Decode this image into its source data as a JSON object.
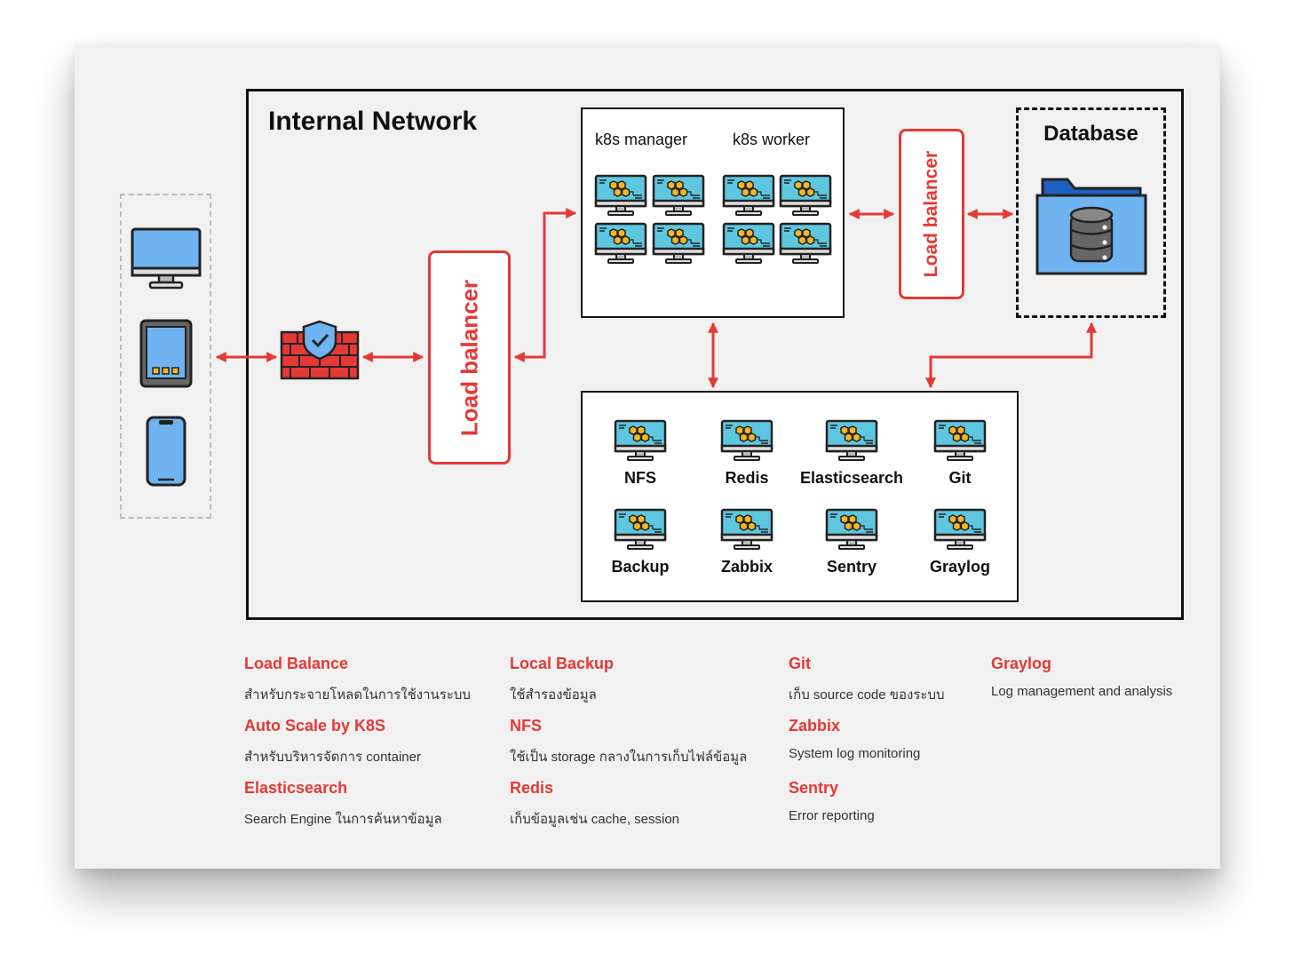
{
  "network": {
    "title": "Internal Network"
  },
  "k8s": {
    "manager_label": "k8s manager",
    "worker_label": "k8s worker"
  },
  "load_balancer": {
    "left_label": "Load balancer",
    "right_label": "Load balancer"
  },
  "database": {
    "title": "Database"
  },
  "services": [
    "NFS",
    "Redis",
    "Elasticsearch",
    "Git",
    "Backup",
    "Zabbix",
    "Sentry",
    "Graylog"
  ],
  "colors": {
    "accent": "#e53935",
    "screen": "#5fc6e0",
    "hex": "#f5b823",
    "firewall": "#e53935",
    "folder": "#6fb3f0"
  },
  "devices": [
    "desktop-icon",
    "tablet-icon",
    "phone-icon"
  ],
  "legend": [
    {
      "title": "Load Balance",
      "desc": "สำหรับกระจายโหลดในการใช้งานระบบ"
    },
    {
      "title": "Auto Scale by K8S",
      "desc": "สำหรับบริหารจัดการ container"
    },
    {
      "title": "Elasticsearch",
      "desc": "Search Engine ในการค้นหาข้อมูล"
    },
    {
      "title": "Local Backup",
      "desc": "ใช้สำรองข้อมูล"
    },
    {
      "title": "NFS",
      "desc": "ใช้เป็น storage กลางในการเก็บไฟล์ข้อมูล"
    },
    {
      "title": "Redis",
      "desc": "เก็บข้อมูลเช่น cache, session"
    },
    {
      "title": "Git",
      "desc": "เก็บ source code ของระบบ"
    },
    {
      "title": "Zabbix",
      "desc": "System log monitoring"
    },
    {
      "title": "Sentry",
      "desc": "Error reporting"
    },
    {
      "title": "Graylog",
      "desc": "Log management and analysis"
    }
  ]
}
